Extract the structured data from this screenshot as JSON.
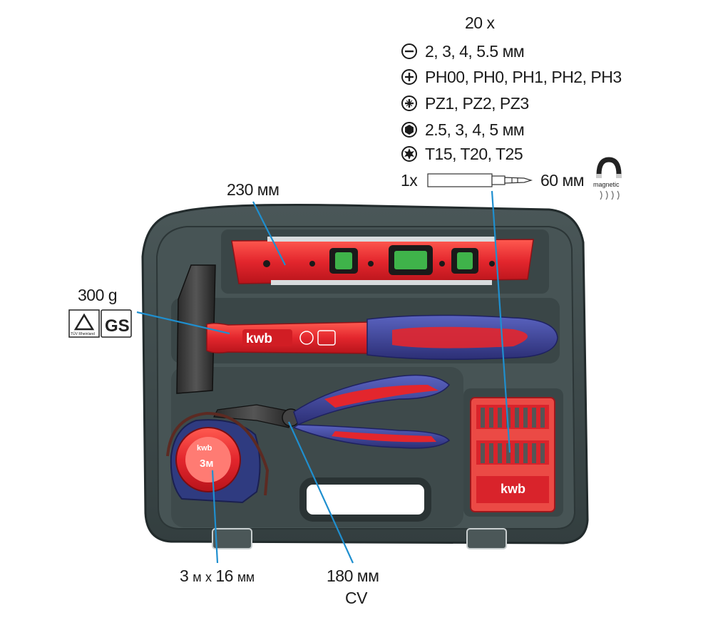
{
  "bits": {
    "count": "20 x",
    "rows": [
      {
        "icon": "slotted-icon",
        "text": "2, 3, 4, 5.5 мм"
      },
      {
        "icon": "phillips-icon",
        "text": "PH00, PH0, PH1, PH2, PH3"
      },
      {
        "icon": "pozidriv-icon",
        "text": "PZ1, PZ2, PZ3"
      },
      {
        "icon": "hex-icon",
        "text": "2.5, 3, 4, 5 мм"
      },
      {
        "icon": "torx-icon",
        "text": "T15, T20, T25"
      }
    ],
    "holder_count": "1x",
    "holder_length": "60 мм",
    "magnetic_label": "magnetic"
  },
  "level_label": "230 мм",
  "hammer": {
    "weight": "300 g",
    "tuv_caption": "TÜV Rheinland",
    "gs_mark": "GS",
    "brand": "kwb"
  },
  "tape": {
    "spec_a": "3",
    "spec_unit_a": "м",
    "spec_x": "x",
    "spec_b": "16",
    "spec_unit_b": "мм",
    "body_brand": "kwb",
    "body_length": "3м"
  },
  "pliers": {
    "length": "180 мм",
    "material": "CV"
  },
  "bitbox_brand": "kwb",
  "colors": {
    "case": "#3d4a4b",
    "case_inner": "#4c5a5b",
    "red": "#e3262d",
    "blue": "#3a3f8f",
    "callout": "#1f8fcf"
  }
}
